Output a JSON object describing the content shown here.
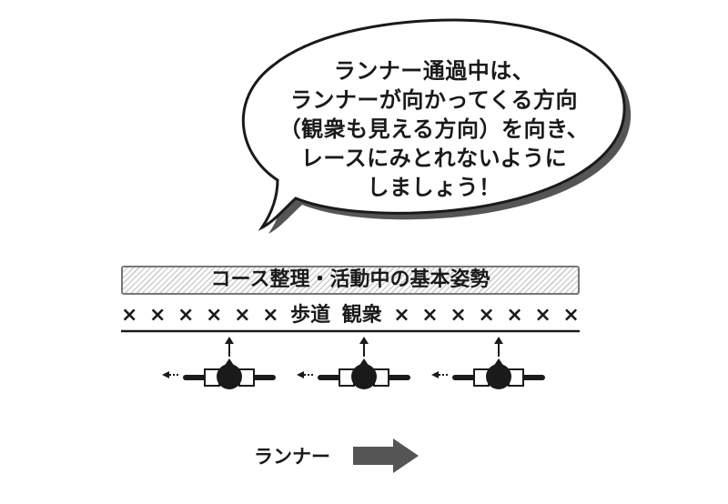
{
  "speech_bubble": {
    "lines": [
      "ランナー通過中は、",
      "ランナーが向かってくる方向",
      "（観衆も見える方向）を向き、",
      "レースにみとれないように",
      "しましょう！"
    ]
  },
  "banner": {
    "text": "コース整理・活動中の基本姿勢"
  },
  "crowd_row": {
    "mark": "×",
    "left_marks": 6,
    "right_marks": 7,
    "sidewalk_label": "歩道",
    "spectators_label": "観衆"
  },
  "staff_figures": {
    "count": 3,
    "facing": "up (toward spectators/oncoming runners)",
    "side_arrow": "left dotted arrow"
  },
  "runner_direction": {
    "label": "ランナー",
    "arrow": "right-arrow"
  },
  "colors": {
    "ink": "#1a1a1a",
    "bubble_shadow": "#555555",
    "banner_border": "#777777",
    "arrow_fill": "#555555"
  }
}
